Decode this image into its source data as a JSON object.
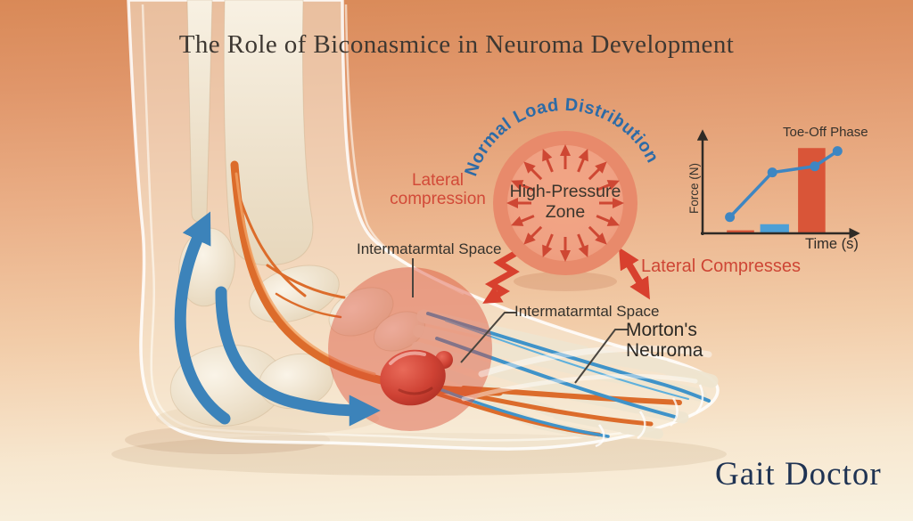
{
  "header": {
    "title": "The Role of Biconasmice in Neuroma Development"
  },
  "brand": {
    "watermark": "Gait Doctor"
  },
  "pressure_diagram": {
    "arc_label": "Normal Load Distribution",
    "center_label": "High-Pressure Zone"
  },
  "annotations": {
    "lateral_compression": "Lateral compression",
    "intermetatarsal_space_upper": "Intermatarmtal Space",
    "intermetatarsal_space_lower": "Intermatarmtal Space",
    "mortons_neuroma": "Morton's Neuroma",
    "lateral_compresses": "Lateral Compresses"
  },
  "chart_data": {
    "type": "bar+line",
    "title": "Toe-Off Phase",
    "xlabel": "Time (s)",
    "ylabel": "Force (N)",
    "ylim": [
      0,
      1
    ],
    "bars": [
      {
        "x": 0.16,
        "w": 0.18,
        "value": 0.03,
        "color": "#D95538"
      },
      {
        "x": 0.38,
        "w": 0.19,
        "value": 0.09,
        "color": "#4C9FD6"
      },
      {
        "x": 0.63,
        "w": 0.18,
        "value": 0.84,
        "color": "#D95538"
      }
    ],
    "line": {
      "color": "#3E86C2",
      "points": [
        [
          0.18,
          0.16
        ],
        [
          0.46,
          0.6
        ],
        [
          0.74,
          0.66
        ],
        [
          0.89,
          0.81
        ]
      ]
    }
  },
  "colors": {
    "background_top": "#D98957",
    "background_bottom": "#F9F2E1",
    "accent_red": "#D24A38",
    "accent_blue": "#3C83BA",
    "curved_text_blue": "#2D6BA6",
    "pressure_circle": "#E88A6B",
    "bone": "#F2E9D8",
    "nerve_orange": "#DC6C2B",
    "vessel_blue": "#3F93C9",
    "watermark_navy": "#1F3353"
  }
}
